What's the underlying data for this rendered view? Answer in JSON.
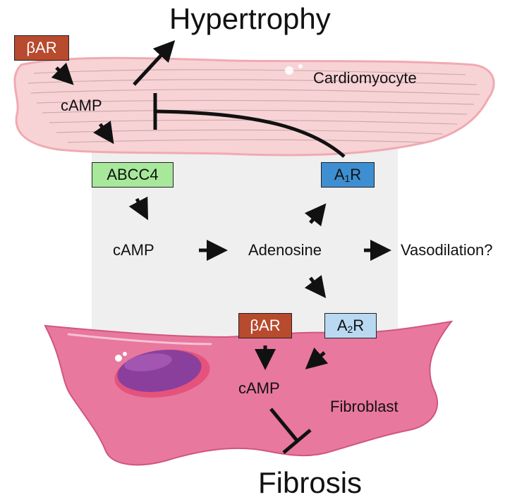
{
  "labels": {
    "hypertrophy": "Hypertrophy",
    "cardiomyocyte": "Cardiomyocyte",
    "camp_top": "cAMP",
    "camp_mid": "cAMP",
    "adenosine": "Adenosine",
    "vasodilation": "Vasodilation?",
    "camp_bottom": "cAMP",
    "fibroblast": "Fibroblast",
    "fibrosis": "Fibrosis"
  },
  "boxes": {
    "bar_top": "βAR",
    "abcc4": "ABCC4",
    "a1r_main": "A",
    "a1r_sub": "1",
    "a1r_tail": "R",
    "a2r_main": "A",
    "a2r_sub": "2",
    "a2r_tail": "R",
    "bar_bottom": "βAR"
  },
  "colors": {
    "bar": "#b84a2e",
    "abcc4": "#a7e89a",
    "a1r": "#3d8fd1",
    "a2r": "#b9d8f2",
    "cardiomyocyte": "#f7d3d6",
    "fibroblast": "#e8789e",
    "nucleus": "#8a3f9c",
    "extracellular": "#efefef"
  }
}
